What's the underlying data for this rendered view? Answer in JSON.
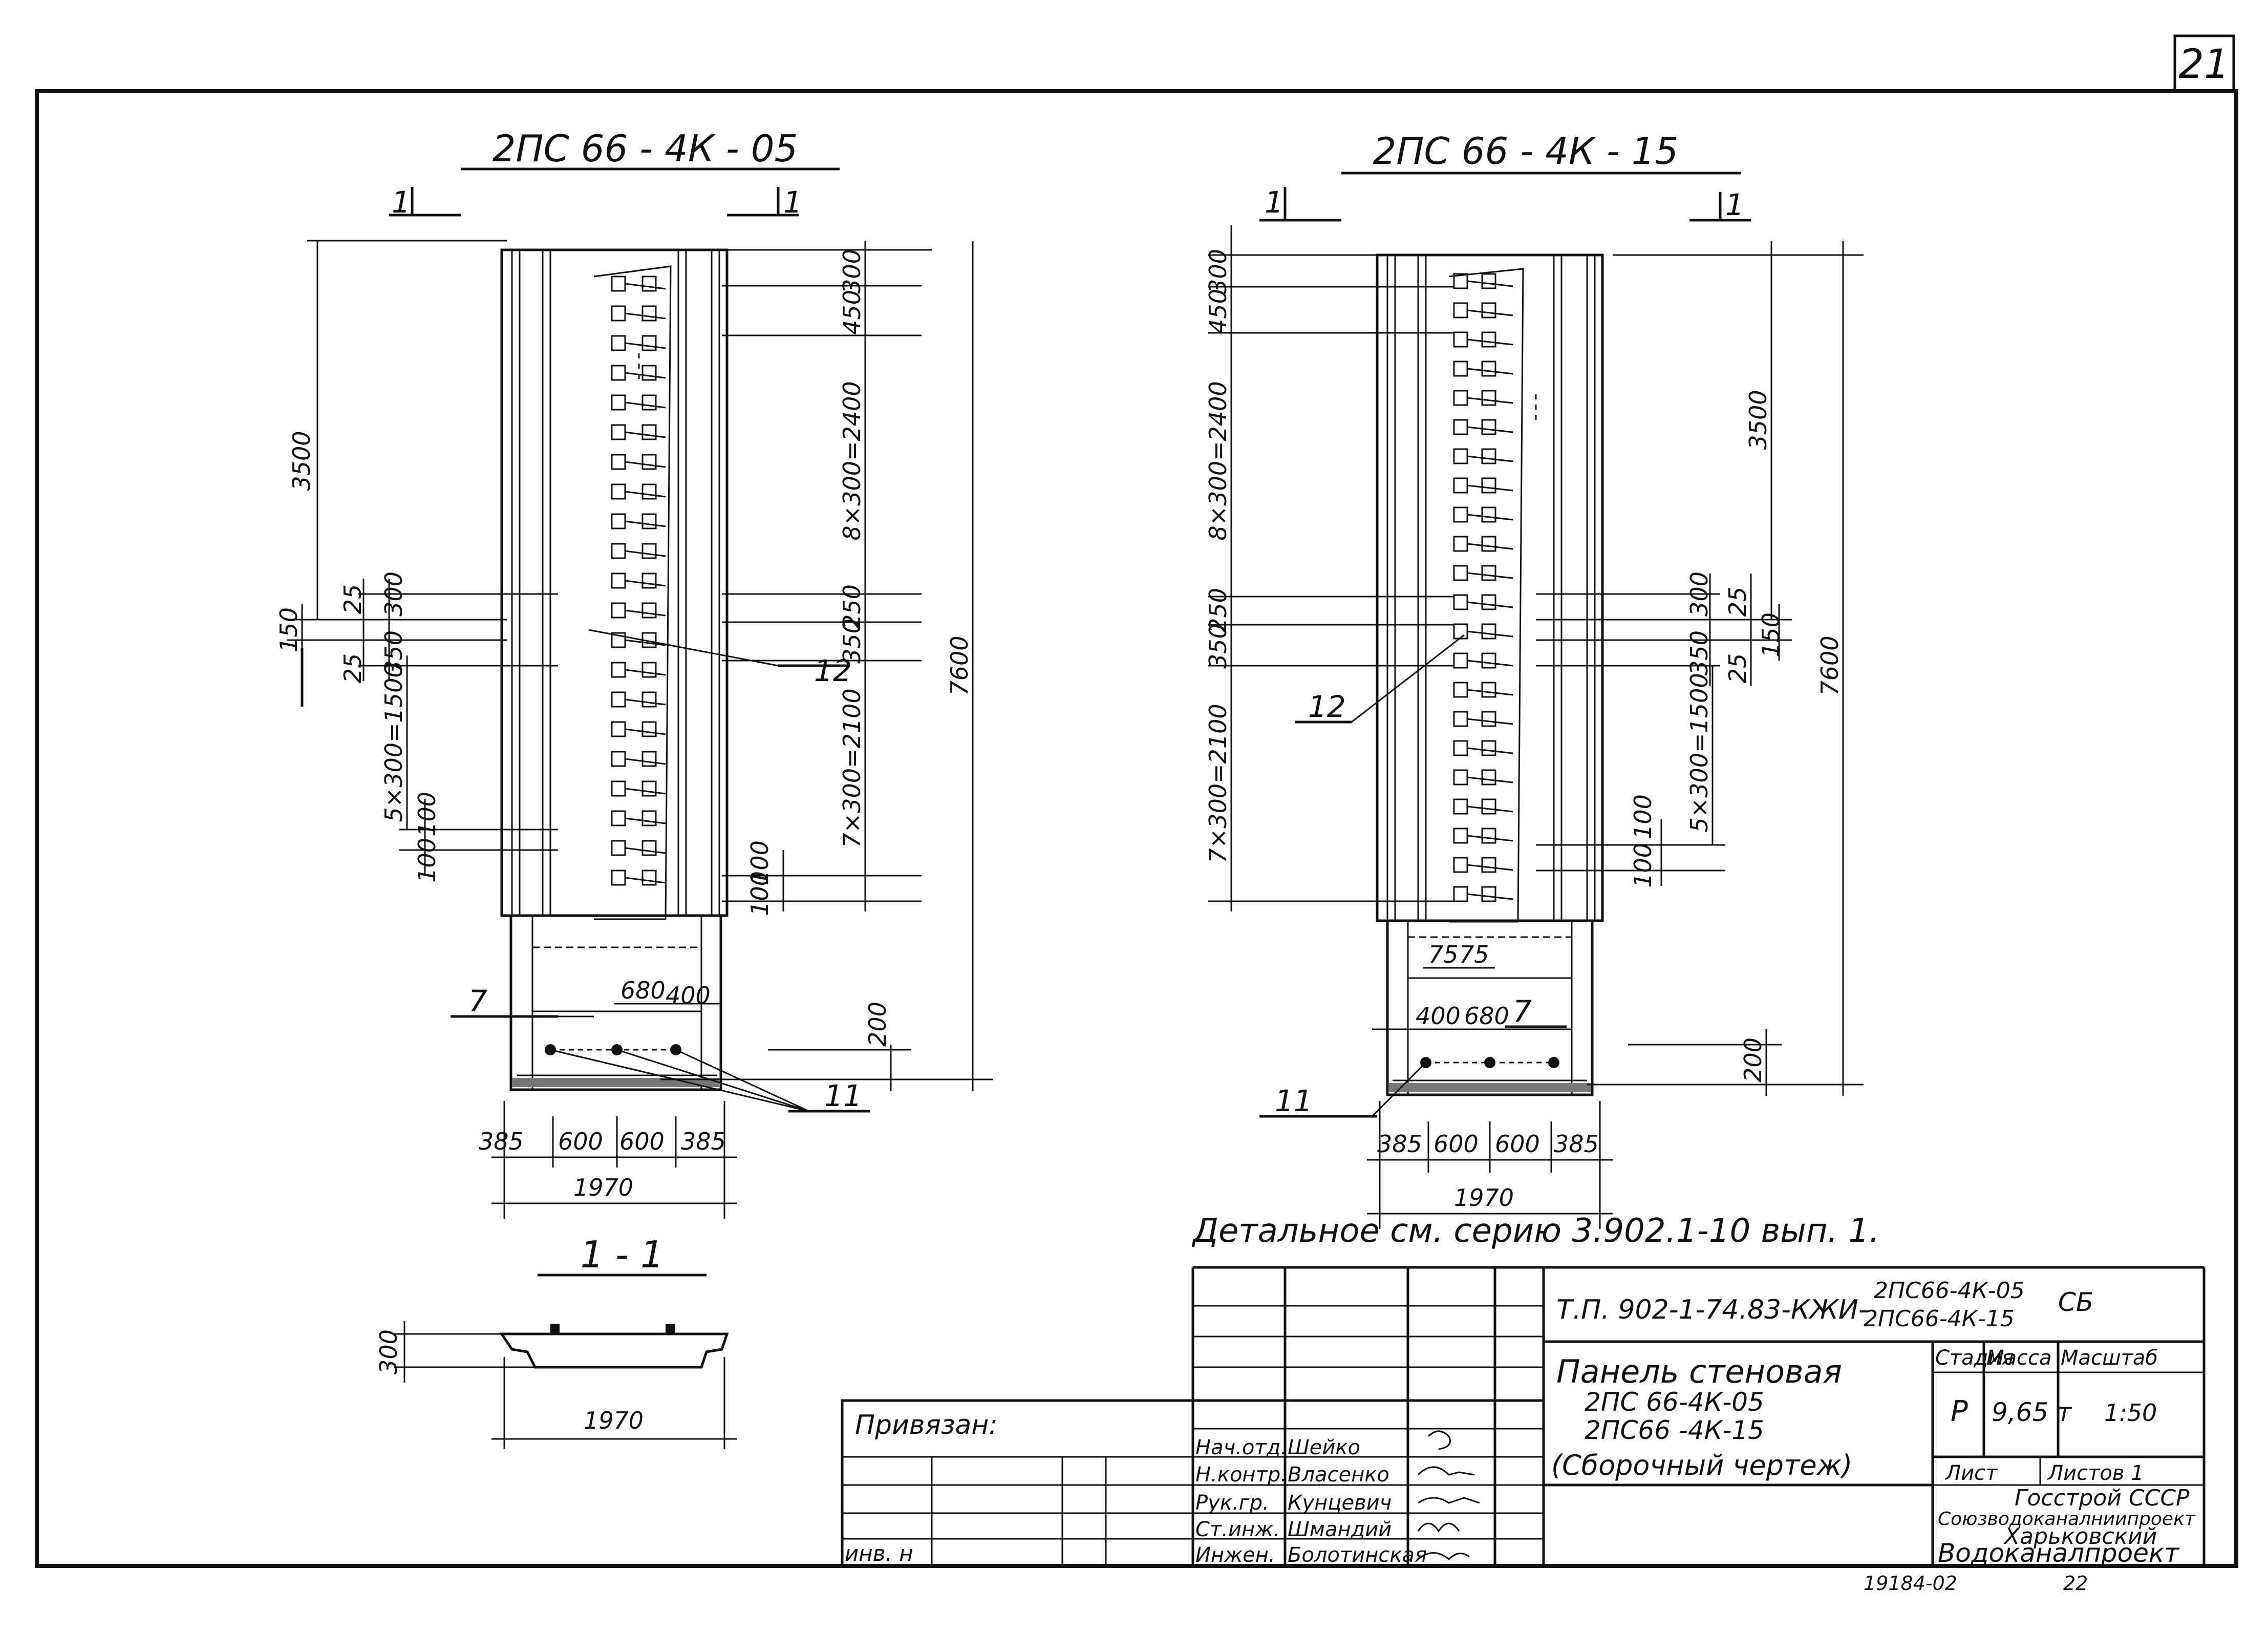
{
  "sheet_number": "21",
  "views": {
    "left": {
      "title": "2ПС 66 - 4К - 05",
      "section_marks": [
        "1",
        "1"
      ],
      "dims_right": [
        "300",
        "450",
        "8×300=2400",
        "250",
        "350",
        "7×300=2100",
        "100",
        "100"
      ],
      "dims_left": [
        "3500",
        "150",
        "25",
        "300",
        "25",
        "350",
        "5×300=1500",
        "100",
        "100"
      ],
      "overall_height": "7600",
      "height_200": "200",
      "bottom_dims": [
        "385",
        "600",
        "600",
        "385"
      ],
      "width": "1970",
      "callouts": {
        "a": "12",
        "b": "7",
        "c": "11"
      },
      "inner_dims": [
        "680",
        "400"
      ]
    },
    "right": {
      "title": "2ПС 66 - 4К - 15",
      "section_marks": [
        "1",
        "1"
      ],
      "dims_left": [
        "300",
        "450",
        "8×300=2400",
        "250",
        "350",
        "7×300=2100"
      ],
      "dims_right": [
        "3500",
        "300",
        "25",
        "150",
        "350",
        "25",
        "5×300=1500",
        "100",
        "100"
      ],
      "overall_height": "7600",
      "height_200": "200",
      "bottom_dims": [
        "385",
        "600",
        "600",
        "385"
      ],
      "width": "1970",
      "callouts": {
        "a": "12",
        "b": "7",
        "c": "11"
      },
      "inner_dims": [
        "75",
        "75",
        "400",
        "680"
      ]
    }
  },
  "section": {
    "title": "1 - 1",
    "height": "300",
    "width": "1970"
  },
  "note": "Детальное см. серию 3.902.1-10 вып. 1.",
  "title_block": {
    "bound_label": "Привязан:",
    "inv_label": "инв. н",
    "document_code": "Т.П. 902-1-74.83-КЖИ-",
    "document_variants": [
      "2ПС66-4К-05",
      "2ПС66-4К-15"
    ],
    "document_suffix": "СБ",
    "name_line1": "Панель стеновая",
    "name_line2": "2ПС 66-4К-05",
    "name_line3": "2ПС66 -4К-15",
    "name_line4": "(Сборочный чертеж)",
    "stage_header": "Стадия",
    "mass_header": "Масса",
    "scale_header": "Масштаб",
    "stage": "Р",
    "mass": "9,65 т",
    "scale": "1:50",
    "sheet_label": "Лист",
    "sheets_label": "Листов 1",
    "org_line1": "Госстрой СССР",
    "org_line2": "Союзводоканалниипроект",
    "org_line3": "Харьковский",
    "org_line4": "Водоканалпроект",
    "roles": [
      {
        "role": "Нач.отд.",
        "name": "Шейко"
      },
      {
        "role": "Н.контр.",
        "name": "Власенко"
      },
      {
        "role": "Рук.гр.",
        "name": "Кунцевич"
      },
      {
        "role": "Ст.инж.",
        "name": "Шмандий"
      },
      {
        "role": "Инжен.",
        "name": "Болотинская"
      }
    ],
    "footer_number": "19184-02",
    "footer_page": "22"
  }
}
